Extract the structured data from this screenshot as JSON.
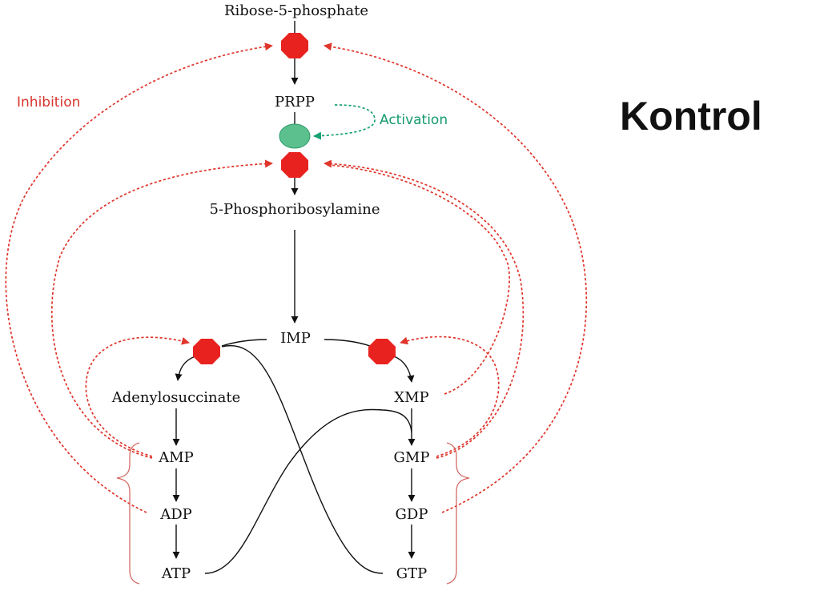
{
  "slide": {
    "title": "Kontrol"
  },
  "diagram": {
    "nodes": {
      "ribose5p": "Ribose-5-phosphate",
      "prpp": "PRPP",
      "phosphoribosylamine": "5-Phosphoribosylamine",
      "imp": "IMP",
      "adenylosuccinate": "Adenylosuccinate",
      "amp": "AMP",
      "adp": "ADP",
      "atp": "ATP",
      "xmp": "XMP",
      "gmp": "GMP",
      "gdp": "GDP",
      "gtp": "GTP"
    },
    "labels": {
      "inhibition": "Inhibition",
      "activation": "Activation"
    },
    "colors": {
      "inhibition": "#e0362c",
      "activation": "#17a074",
      "enzyme_octagon": "#e8231f",
      "enzyme_activated": "#5cc08e",
      "bracket": "#d46a66"
    }
  }
}
